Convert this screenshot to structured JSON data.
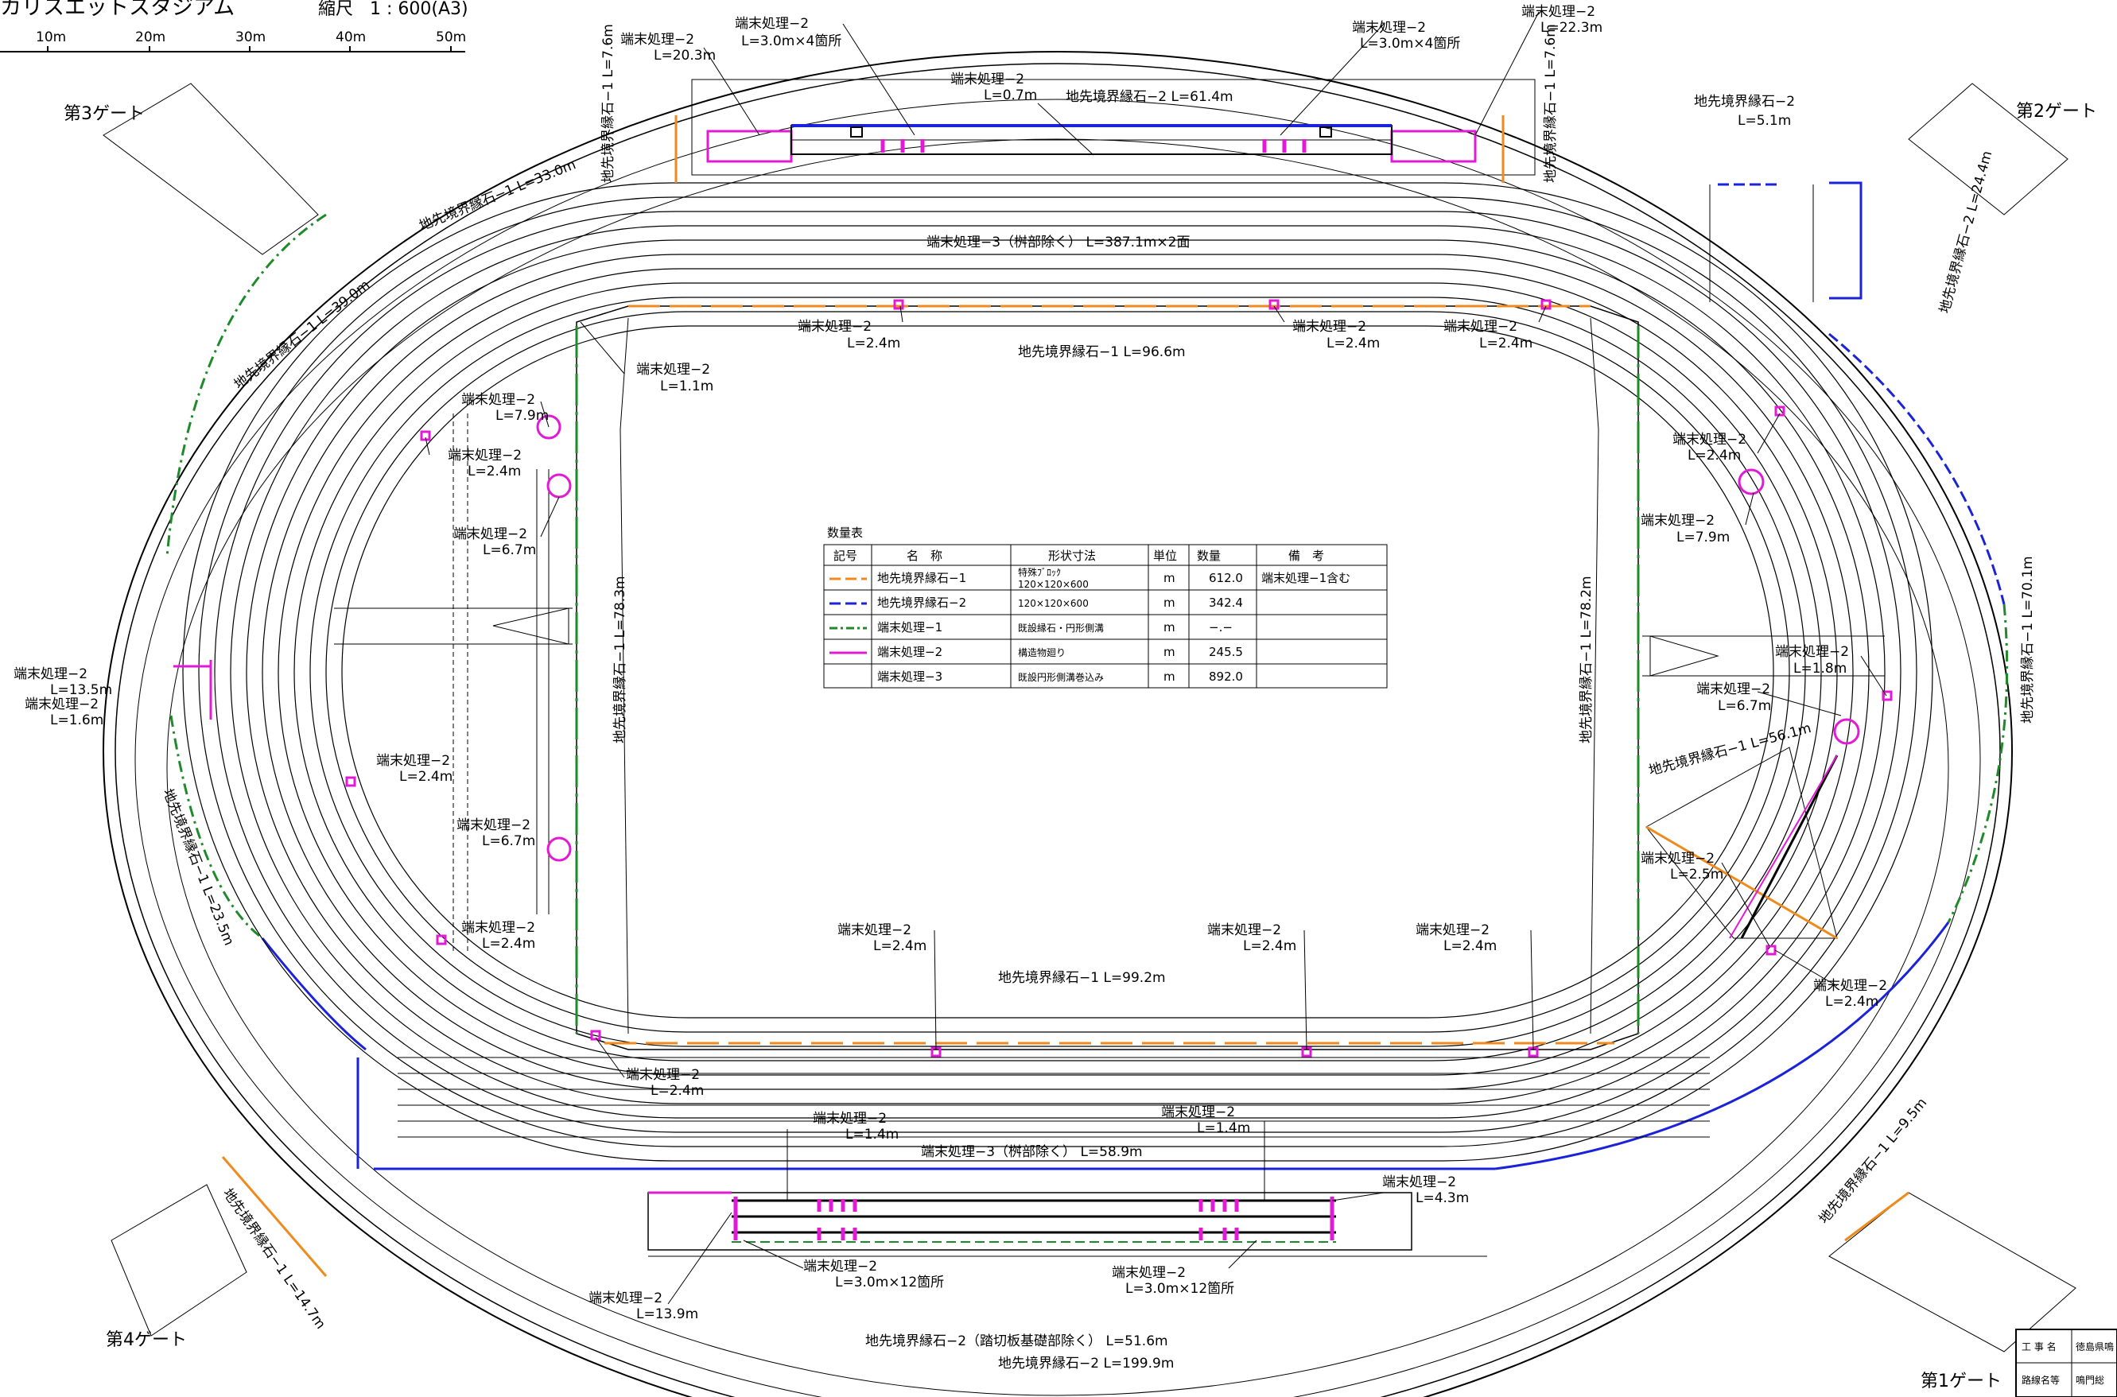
{
  "header": {
    "title": "カリスエットスタジアム",
    "scale_label": "縮尺",
    "scale_value": "1 : 600(A3)",
    "scale_ticks": [
      "10m",
      "20m",
      "30m",
      "40m",
      "50m"
    ]
  },
  "gates": {
    "gate1": "第1ゲート",
    "gate2": "第2ゲート",
    "gate3": "第3ゲート",
    "gate4": "第4ゲート"
  },
  "annotations": {
    "top_l_name": "端末処理−2",
    "top_l_len": "L=20.3m",
    "top_a_name": "端末処理−2",
    "top_a_len": "L=3.0m×4箇所",
    "top_b_name": "端末処理−2",
    "top_b_len": "L=3.0m×4箇所",
    "top_r_name": "端末処理−2",
    "top_r_len": "L=22.3m",
    "top_mid_name": "端末処理−2",
    "top_mid_len": "L=0.7m",
    "top_boundary": "地先境界縁石−2 L=61.4m",
    "vert_top_l": "地先境界縁石−1 L=7.6m",
    "vert_top_r": "地先境界縁石−1 L=7.6m",
    "gate2_boundary_name": "地先境界縁石−2",
    "gate2_boundary_len": "L=5.1m",
    "nw_boundary_1": "地先境界縁石−1 L=33.0m",
    "nw_boundary_2": "地先境界縁石−1 L=39.0m",
    "ne_boundary": "地先境界縁石−2 L=24.4m",
    "top_track": "端末処理−3（桝部除く） L=387.1m×2面",
    "inner_top_1_name": "端末処理−2",
    "inner_top_1_len": "L=2.4m",
    "inner_top_2_name": "端末処理−2",
    "inner_top_2_len": "L=2.4m",
    "inner_top_3_name": "端末処理−2",
    "inner_top_3_len": "L=2.4m",
    "inner_top_boundary": "地先境界縁石−1 L=96.6m",
    "inner_nw_name": "端末処理−2",
    "inner_nw_len": "L=1.1m",
    "w1_name": "端末処理−2",
    "w1_len": "L=7.9m",
    "w2_name": "端末処理−2",
    "w2_len": "L=2.4m",
    "w3_name": "端末処理−2",
    "w3_len": "L=6.7m",
    "w4_name": "端末処理−2",
    "w4_len": "L=2.4m",
    "w5_name": "端末処理−2",
    "w5_len": "L=6.7m",
    "w6_name": "端末処理−2",
    "w6_len": "L=2.4m",
    "far_w1_name": "端末処理−2",
    "far_w1_len": "L=13.5m",
    "far_w2_name": "端末処理−2",
    "far_w2_len": "L=1.6m",
    "west_boundary": "地先境界縁石−1 L=23.5m",
    "inner_west_boundary": "地先境界縁石−1 L=78.3m",
    "inner_east_boundary": "地先境界縁石−1 L=78.2m",
    "east_outer_boundary": "地先境界縁石−1 L=70.1m",
    "e1_name": "端末処理−2",
    "e1_len": "L=2.4m",
    "e2_name": "端末処理−2",
    "e2_len": "L=7.9m",
    "e3_name": "端末処理−2",
    "e3_len": "L=1.8m",
    "e4_name": "端末処理−2",
    "e4_len": "L=6.7m",
    "e5_boundary": "地先境界縁石−1 L=56.1m",
    "e6_name": "端末処理−2",
    "e6_len": "L=2.5m",
    "e7_name": "端末処理−2",
    "e7_len": "L=2.4m",
    "inner_bot_1_name": "端末処理−2",
    "inner_bot_1_len": "L=2.4m",
    "inner_bot_2_name": "端末処理−2",
    "inner_bot_2_len": "L=2.4m",
    "inner_bot_3_name": "端末処理−2",
    "inner_bot_3_len": "L=2.4m",
    "inner_bot_boundary": "地先境界縁石−1 L=99.2m",
    "inner_sw_name": "端末処理−2",
    "inner_sw_len": "L=2.4m",
    "bot_a_name": "端末処理−2",
    "bot_a_len": "L=1.4m",
    "bot_b_name": "端末処理−2",
    "bot_b_len": "L=1.4m",
    "bot_track": "端末処理−3（桝部除く） L=58.9m",
    "bot_r_name": "端末処理−2",
    "bot_r_len": "L=4.3m",
    "bot_c_name": "端末処理−2",
    "bot_c_len": "L=3.0m×12箇所",
    "bot_d_name": "端末処理−2",
    "bot_d_len": "L=3.0m×12箇所",
    "bot_l_name": "端末処理−2",
    "bot_l_len": "L=13.9m",
    "bot_boundary_1": "地先境界縁石−2（踏切板基礎部除く） L=51.6m",
    "bot_boundary_2": "地先境界縁石−2 L=199.9m",
    "sw_boundary": "地先境界縁石−1 L=14.7m",
    "se_boundary": "地先境界縁石−1 L=9.5m"
  },
  "quantity_table": {
    "title": "数量表",
    "headers": [
      "記号",
      "名　称",
      "形状寸法",
      "単位",
      "数量",
      "備　考"
    ],
    "rows": [
      {
        "color": "#f08a1c",
        "dash": "14 6",
        "name": "地先境界縁石−1",
        "dim1": "特殊ﾌﾞﾛｯｸ",
        "dim2": "120×120×600",
        "unit": "m",
        "qty": "612.0",
        "note": "端末処理−1含む"
      },
      {
        "color": "#1a23d9",
        "dash": "14 6",
        "name": "地先境界縁石−2",
        "dim1": "120×120×600",
        "dim2": "",
        "unit": "m",
        "qty": "342.4",
        "note": ""
      },
      {
        "color": "#1f8a2a",
        "dash": "10 4 3 4",
        "name": "端末処理−1",
        "dim1": "既設縁石・円形側溝",
        "dim2": "",
        "unit": "m",
        "qty": "−.−",
        "note": ""
      },
      {
        "color": "#e21ad6",
        "dash": "",
        "name": "端末処理−2",
        "dim1": "構造物廻り",
        "dim2": "",
        "unit": "m",
        "qty": "245.5",
        "note": ""
      },
      {
        "color": "#000000",
        "dash": "",
        "name": "端末処理−3",
        "dim1": "既設円形側溝巻込み",
        "dim2": "",
        "unit": "m",
        "qty": "892.0",
        "note": ""
      }
    ]
  },
  "title_block": {
    "row1_label": "工 事 名",
    "row1_value": "徳島県鳴",
    "row2_label": "路線名等",
    "row2_value": "鳴門総"
  }
}
